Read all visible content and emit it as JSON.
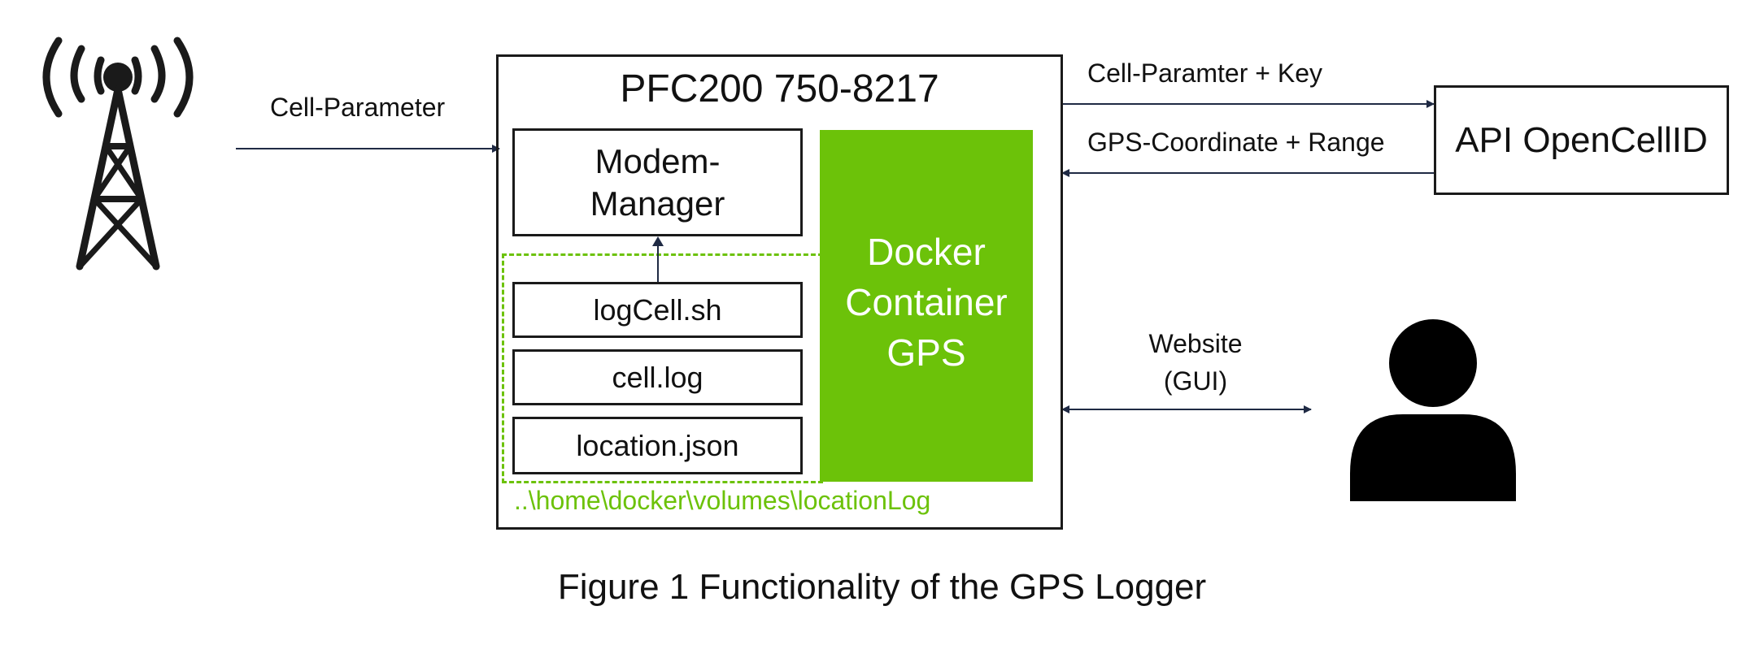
{
  "controller": {
    "title": "PFC200 750-8217",
    "modem_manager": "Modem-\nManager",
    "files": [
      "logCell.sh",
      "cell.log",
      "location.json"
    ],
    "volume_path": "..\\home\\docker\\volumes\\locationLog",
    "docker_container": "Docker\nContainer\nGPS"
  },
  "api": {
    "label": "API OpenCellID"
  },
  "arrows": {
    "cell_parameter": "Cell-Parameter",
    "request": "Cell-Paramter + Key",
    "response": "GPS-Coordinate + Range",
    "website": "Website\n(GUI)"
  },
  "icons": {
    "tower": "cell-tower-icon",
    "user": "user-icon"
  },
  "colors": {
    "green": "#6cc209",
    "line": "#1f2a44",
    "border": "#1a1a1a"
  },
  "caption": "Figure 1 Functionality of the GPS Logger"
}
